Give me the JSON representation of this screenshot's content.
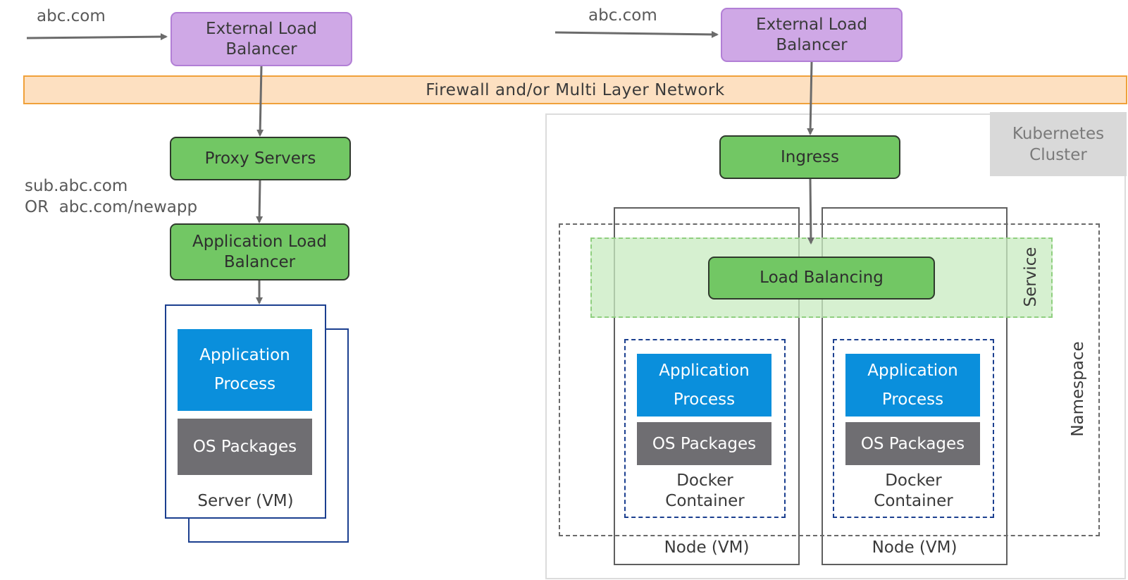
{
  "left": {
    "url": "abc.com",
    "external_lb": "External Load\nBalancer",
    "proxy": "Proxy Servers",
    "route_text": "sub.abc.com\nOR  abc.com/newapp",
    "app_lb": "Application Load\nBalancer",
    "app_process": "Application\nProcess",
    "os_packages": "OS Packages",
    "server": "Server (VM)"
  },
  "firewall": "Firewall and/or Multi Layer Network",
  "right": {
    "url": "abc.com",
    "external_lb": "External Load\nBalancer",
    "cluster": "Kubernetes\nCluster",
    "ingress": "Ingress",
    "load_balancing": "Load Balancing",
    "service": "Service",
    "namespace": "Namespace",
    "containers": [
      {
        "app_process": "Application\nProcess",
        "os_packages": "OS Packages",
        "container": "Docker\nContainer",
        "node": "Node (VM)"
      },
      {
        "app_process": "Application\nProcess",
        "os_packages": "OS Packages",
        "container": "Docker\nContainer",
        "node": "Node (VM)"
      }
    ]
  },
  "colors": {
    "purple": "#cfa8e6",
    "green": "#72c764",
    "light_green": "#d7f0d1",
    "blue": "#0a8fdc",
    "gray": "#6f6e72",
    "firewall": "#fde0c1",
    "cluster_label_bg": "#d9d9d9"
  }
}
